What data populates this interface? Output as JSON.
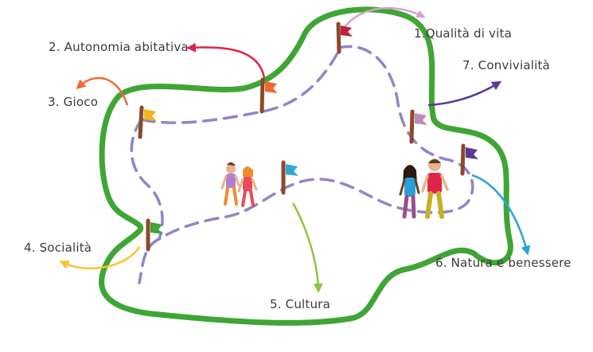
{
  "labels": {
    "l1": "1.Qualità di vita",
    "l2": "2. Autonomia abitativa",
    "l3": "3. Gioco",
    "l4": "4. Socialità",
    "l5": "5. Cultura",
    "l6": "6. Natura e benessere",
    "l7": "7. Convivialità"
  },
  "colors": {
    "outline": "#3fa535",
    "path": "#8e86c8",
    "pole": "#8a4a2a",
    "arrow_1": "#d9a0cc",
    "arrow_2": "#e0244a",
    "arrow_3": "#ef6a2c",
    "arrow_4": "#f4c533",
    "arrow_5": "#8cc63f",
    "arrow_6": "#29a3dc",
    "arrow_7": "#5b3a96",
    "flag_1": "#c21f3a",
    "flag_2": "#ef6a2c",
    "flag_3": "#f2b41e",
    "flag_4": "#3fa535",
    "flag_5": "#35a7d6",
    "flag_6": "#5b3a96",
    "flag_7": "#c28ab8"
  }
}
